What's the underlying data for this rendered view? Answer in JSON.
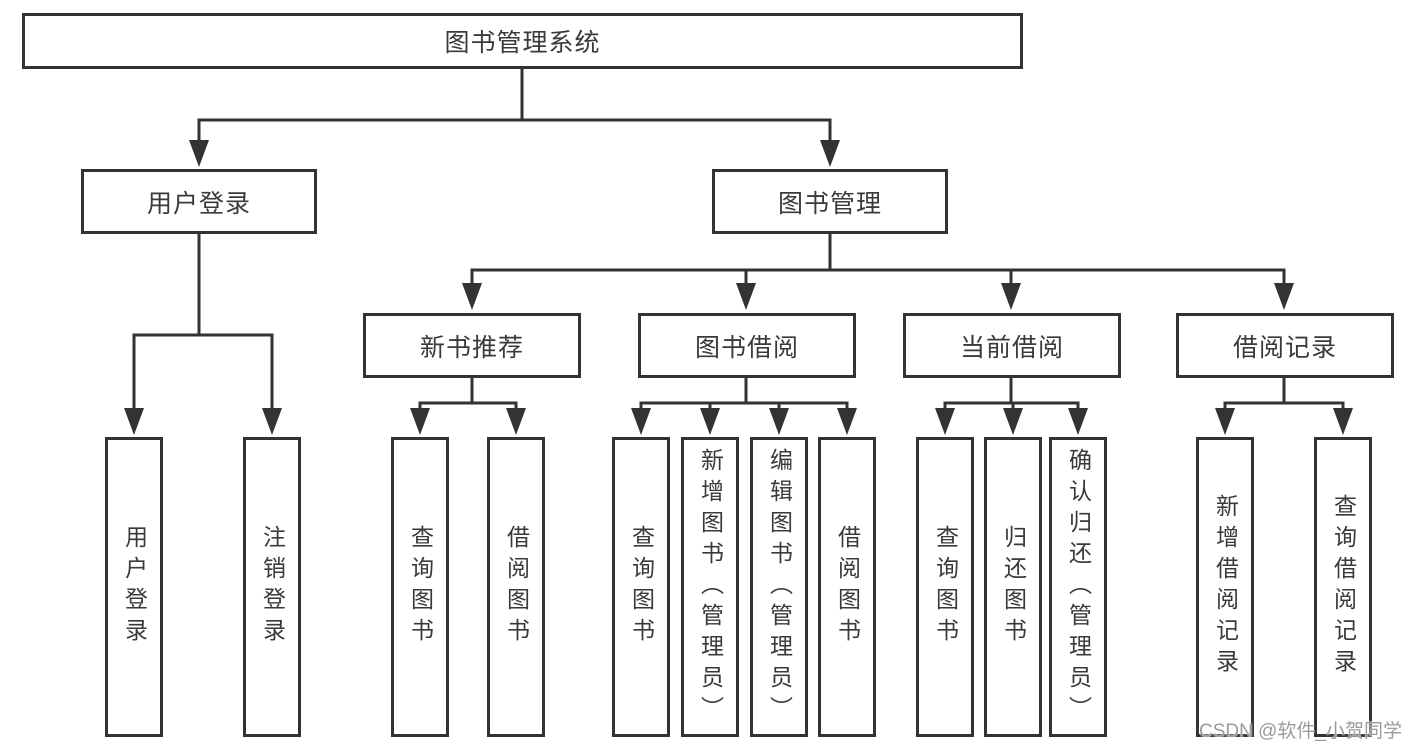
{
  "diagram": {
    "root": "图书管理系统",
    "level2": {
      "user_login": "用户登录",
      "book_mgmt": "图书管理"
    },
    "level3": {
      "new_recommend": "新书推荐",
      "book_borrow": "图书借阅",
      "current_borrow": "当前借阅",
      "borrow_records": "借阅记录"
    },
    "leaves": {
      "user_login": [
        "用户登录",
        "注销登录"
      ],
      "new_recommend": [
        "查询图书",
        "借阅图书"
      ],
      "book_borrow": [
        "查询图书",
        "新增图书（管理员）",
        "编辑图书（管理员）",
        "借阅图书"
      ],
      "current_borrow": [
        "查询图书",
        "归还图书",
        "确认归还（管理员）"
      ],
      "borrow_records": [
        "新增借阅记录",
        "查询借阅记录"
      ]
    }
  },
  "watermark": "CSDN @软件_小贺同学",
  "colors": {
    "line": "#333333",
    "text": "#3a3a3a",
    "watermark": "#9b9b9b",
    "background": "#ffffff"
  }
}
